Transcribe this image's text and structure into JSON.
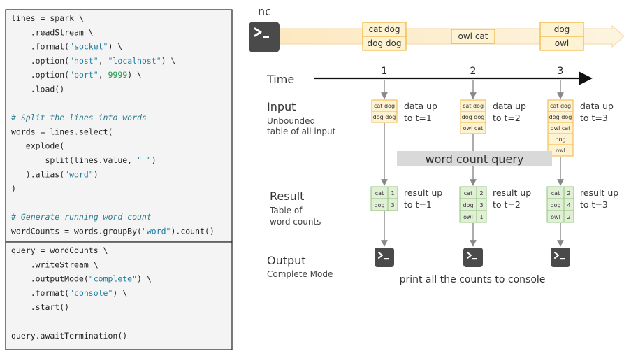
{
  "code_top": [
    [
      {
        "t": "lines = spark \\"
      }
    ],
    [
      {
        "t": "    .readStream \\"
      }
    ],
    [
      {
        "t": "    .format("
      },
      {
        "t": "\"socket\"",
        "c": "str"
      },
      {
        "t": ") \\"
      }
    ],
    [
      {
        "t": "    .option("
      },
      {
        "t": "\"host\"",
        "c": "str"
      },
      {
        "t": ", "
      },
      {
        "t": "\"localhost\"",
        "c": "str"
      },
      {
        "t": ") \\"
      }
    ],
    [
      {
        "t": "    .option("
      },
      {
        "t": "\"port\"",
        "c": "str"
      },
      {
        "t": ", "
      },
      {
        "t": "9999",
        "c": "num"
      },
      {
        "t": ") \\"
      }
    ],
    [
      {
        "t": "    .load()"
      }
    ],
    [],
    [
      {
        "t": "# Split the lines into words",
        "c": "cm"
      }
    ],
    [
      {
        "t": "words = lines.select("
      }
    ],
    [
      {
        "t": "   explode("
      }
    ],
    [
      {
        "t": "       split(lines.value, "
      },
      {
        "t": "\" \"",
        "c": "str"
      },
      {
        "t": ")"
      }
    ],
    [
      {
        "t": "   ).alias("
      },
      {
        "t": "\"word\"",
        "c": "str"
      },
      {
        "t": ")"
      }
    ],
    [
      {
        "t": ")"
      }
    ],
    [],
    [
      {
        "t": "# Generate running word count",
        "c": "cm"
      }
    ],
    [
      {
        "t": "wordCounts = words.groupBy("
      },
      {
        "t": "\"word\"",
        "c": "str"
      },
      {
        "t": ").count()"
      }
    ]
  ],
  "code_bottom": [
    [
      {
        "t": "query = wordCounts \\"
      }
    ],
    [
      {
        "t": "    .writeStream \\"
      }
    ],
    [
      {
        "t": "    .outputMode("
      },
      {
        "t": "\"complete\"",
        "c": "str"
      },
      {
        "t": ") \\"
      }
    ],
    [
      {
        "t": "    .format("
      },
      {
        "t": "\"console\"",
        "c": "str"
      },
      {
        "t": ") \\"
      }
    ],
    [
      {
        "t": "    .start()"
      }
    ],
    [],
    [
      {
        "t": "query.awaitTermination()"
      }
    ]
  ],
  "nc_label": "nc",
  "stream_batches": [
    [
      "cat dog",
      "dog dog"
    ],
    [
      "owl cat"
    ],
    [
      "dog",
      "owl"
    ]
  ],
  "time_label": "Time",
  "ticks": [
    "1",
    "2",
    "3"
  ],
  "input": {
    "title": "Input",
    "subtitle_1": "Unbounded",
    "subtitle_2": "table of all input",
    "tables": [
      [
        "cat dog",
        "dog dog"
      ],
      [
        "cat dog",
        "dog dog",
        "owl cat"
      ],
      [
        "cat dog",
        "dog dog",
        "owl cat",
        "dog",
        "owl"
      ]
    ],
    "notes": [
      [
        "data up",
        "to t=1"
      ],
      [
        "data up",
        "to t=2"
      ],
      [
        "data up",
        "to t=3"
      ]
    ]
  },
  "query_label": "word count query",
  "result": {
    "title": "Result",
    "subtitle_1": "Table of",
    "subtitle_2": "word counts",
    "tables": [
      [
        [
          "cat",
          "1"
        ],
        [
          "dog",
          "3"
        ]
      ],
      [
        [
          "cat",
          "2"
        ],
        [
          "dog",
          "3"
        ],
        [
          "owl",
          "1"
        ]
      ],
      [
        [
          "cat",
          "2"
        ],
        [
          "dog",
          "4"
        ],
        [
          "owl",
          "2"
        ]
      ]
    ],
    "notes": [
      [
        "result up",
        "to t=1"
      ],
      [
        "result up",
        "to t=2"
      ],
      [
        "result up",
        "to t=3"
      ]
    ]
  },
  "output": {
    "title": "Output",
    "subtitle": "Complete Mode",
    "caption": "print all the counts to console"
  },
  "colors": {
    "input_fill": "#fdf3d3",
    "input_stroke": "#f0b43c",
    "result_fill": "#e1efd6",
    "result_stroke": "#8fc479",
    "query_bar": "#d9d9d9",
    "terminal": "#4a4a4a",
    "code_bg": "#f4f4f4"
  }
}
